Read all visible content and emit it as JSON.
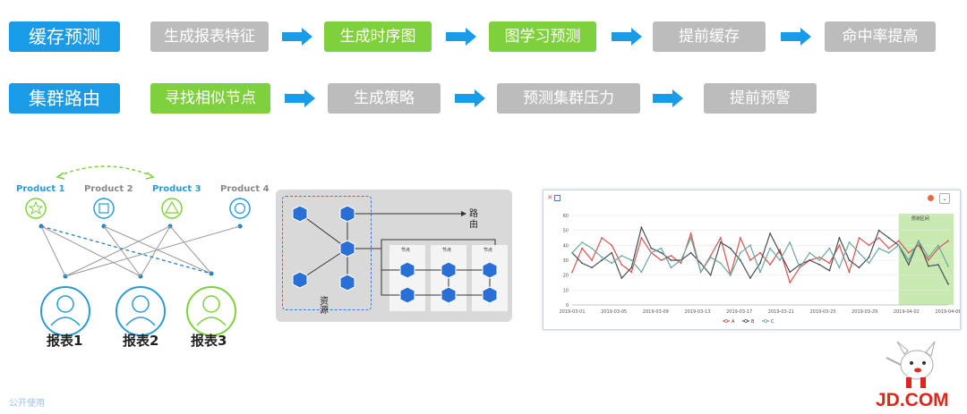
{
  "row1": {
    "title": "缓存预测",
    "steps": [
      {
        "label": "生成报表特征",
        "color": "gray"
      },
      {
        "label": "生成时序图",
        "color": "green"
      },
      {
        "label": "图学习预测",
        "color": "green"
      },
      {
        "label": "提前缓存",
        "color": "gray"
      },
      {
        "label": "命中率提高",
        "color": "gray"
      }
    ]
  },
  "row2": {
    "title": "集群路由",
    "steps": [
      {
        "label": "寻找相似节点",
        "color": "green"
      },
      {
        "label": "生成策略",
        "color": "gray"
      },
      {
        "label": "预测集群压力",
        "color": "gray"
      },
      {
        "label": "提前预警",
        "color": "gray"
      }
    ]
  },
  "colors": {
    "head": "#1a9be8",
    "gray": "#bcbcbc",
    "green": "#7ed13d",
    "arrow": "#1a9be8"
  },
  "products": [
    {
      "name": "Product 1",
      "icon": "star-icon",
      "highlight": true
    },
    {
      "name": "Product 2",
      "icon": "square-icon",
      "highlight": false
    },
    {
      "name": "Product 3",
      "icon": "triangle-icon",
      "highlight": true
    },
    {
      "name": "Product 4",
      "icon": "circle-icon",
      "highlight": false
    }
  ],
  "reports": [
    "报表1",
    "报表2",
    "报表3"
  ],
  "cluster": {
    "route_label": "路由",
    "resource_label": "资源",
    "node_label": "节点"
  },
  "chart_data": {
    "type": "line",
    "x_ticks": [
      "2019-03-01",
      "2019-03-05",
      "2019-03-09",
      "2019-03-13",
      "2019-03-17",
      "2019-03-21",
      "2019-03-25",
      "2019-03-29",
      "2019-04-02",
      "2019-04-06"
    ],
    "ylim": [
      0,
      60
    ],
    "y_ticks": [
      0,
      10,
      20,
      30,
      40,
      50,
      60
    ],
    "highlight_label": "预测区间",
    "series": [
      {
        "name": "A",
        "color": "#d9534f",
        "values": [
          22,
          38,
          30,
          45,
          40,
          27,
          22,
          45,
          35,
          30,
          33,
          28,
          48,
          22,
          33,
          45,
          20,
          45,
          30,
          35,
          27,
          37,
          15,
          25,
          30,
          32,
          28,
          40,
          22,
          45,
          40,
          45,
          38,
          43,
          35,
          40,
          30,
          38,
          43
        ]
      },
      {
        "name": "B",
        "color": "#4a4f57",
        "values": [
          35,
          28,
          25,
          30,
          35,
          18,
          25,
          52,
          38,
          35,
          30,
          30,
          35,
          28,
          20,
          42,
          38,
          30,
          18,
          28,
          48,
          35,
          22,
          27,
          30,
          27,
          23,
          45,
          30,
          25,
          32,
          50,
          45,
          40,
          27,
          43,
          26,
          27,
          14
        ]
      },
      {
        "name": "C",
        "color": "#6ba8a0",
        "values": [
          35,
          42,
          38,
          32,
          28,
          33,
          30,
          22,
          35,
          38,
          25,
          30,
          45,
          22,
          32,
          28,
          20,
          35,
          40,
          22,
          38,
          30,
          42,
          25,
          35,
          30,
          38,
          25,
          42,
          35,
          28,
          38,
          35,
          40,
          30,
          43,
          32,
          40,
          26
        ]
      }
    ]
  }
}
